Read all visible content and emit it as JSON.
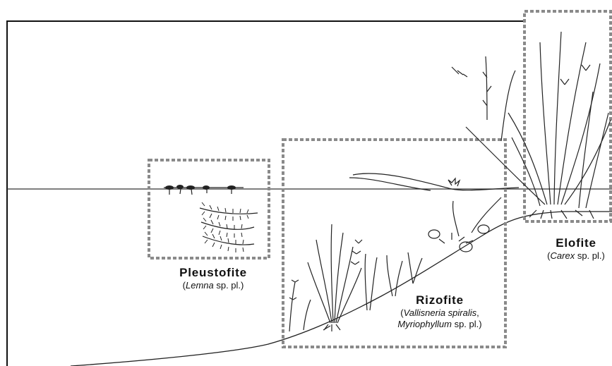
{
  "groups": {
    "pleustofite": {
      "title": "Pleustofite",
      "paren_open": "(",
      "taxon": "Lemna",
      "suffix": " sp. pl.)"
    },
    "rizofite": {
      "title": "Rizofite",
      "paren_open": "(",
      "taxon1": "Vallisneria spiralis",
      "sep": ",",
      "taxon2": "Myriophyllum",
      "suffix": " sp. pl.)"
    },
    "elofite": {
      "title": "Elofite",
      "paren_open": "(",
      "taxon": "Carex",
      "suffix": " sp. pl.)"
    }
  },
  "colors": {
    "ink": "#111111",
    "dashed_box": "#8a8a8a"
  }
}
